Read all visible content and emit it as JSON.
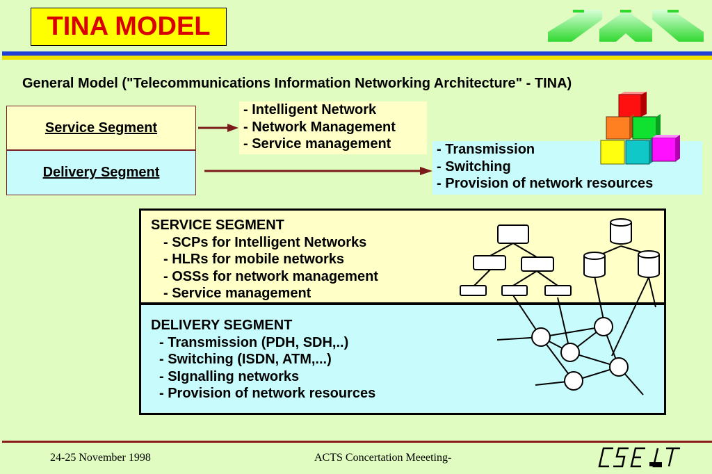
{
  "header": {
    "title": "TINA MODEL"
  },
  "subtitle": "General  Model (\"Telecommunications Information Networking Architecture\" - TINA)",
  "segments": {
    "service_label": "Service Segment",
    "delivery_label": "Delivery Segment"
  },
  "service_functions": [
    "- Intelligent Network",
    "- Network Management",
    "- Service management"
  ],
  "delivery_functions": [
    "- Transmission",
    "- Switching",
    "- Provision of network resources"
  ],
  "service_panel": {
    "heading": "SERVICE SEGMENT",
    "items": [
      "- SCPs for Intelligent Networks",
      "- HLRs for mobile networks",
      "- OSSs for network management",
      "- Service management"
    ]
  },
  "delivery_panel": {
    "heading": "DELIVERY SEGMENT",
    "items": [
      "- Transmission (PDH, SDH,..)",
      "- Switching (ISDN, ATM,...)",
      "- SIgnalling networks",
      "- Provision of network resources"
    ]
  },
  "footer": {
    "date": "24-25 November 1998",
    "event": "ACTS Concertation Meeeting-",
    "logo_text": "CSELT"
  },
  "colors": {
    "background": "#e0fcc0",
    "title_bg": "#ffff00",
    "title_text": "#d80000",
    "service_bg": "#ffffc8",
    "delivery_bg": "#c8fcfc",
    "arrow": "#7a1a1a",
    "rule_blue": "#2040d8",
    "rule_yellow": "#f0e000"
  }
}
